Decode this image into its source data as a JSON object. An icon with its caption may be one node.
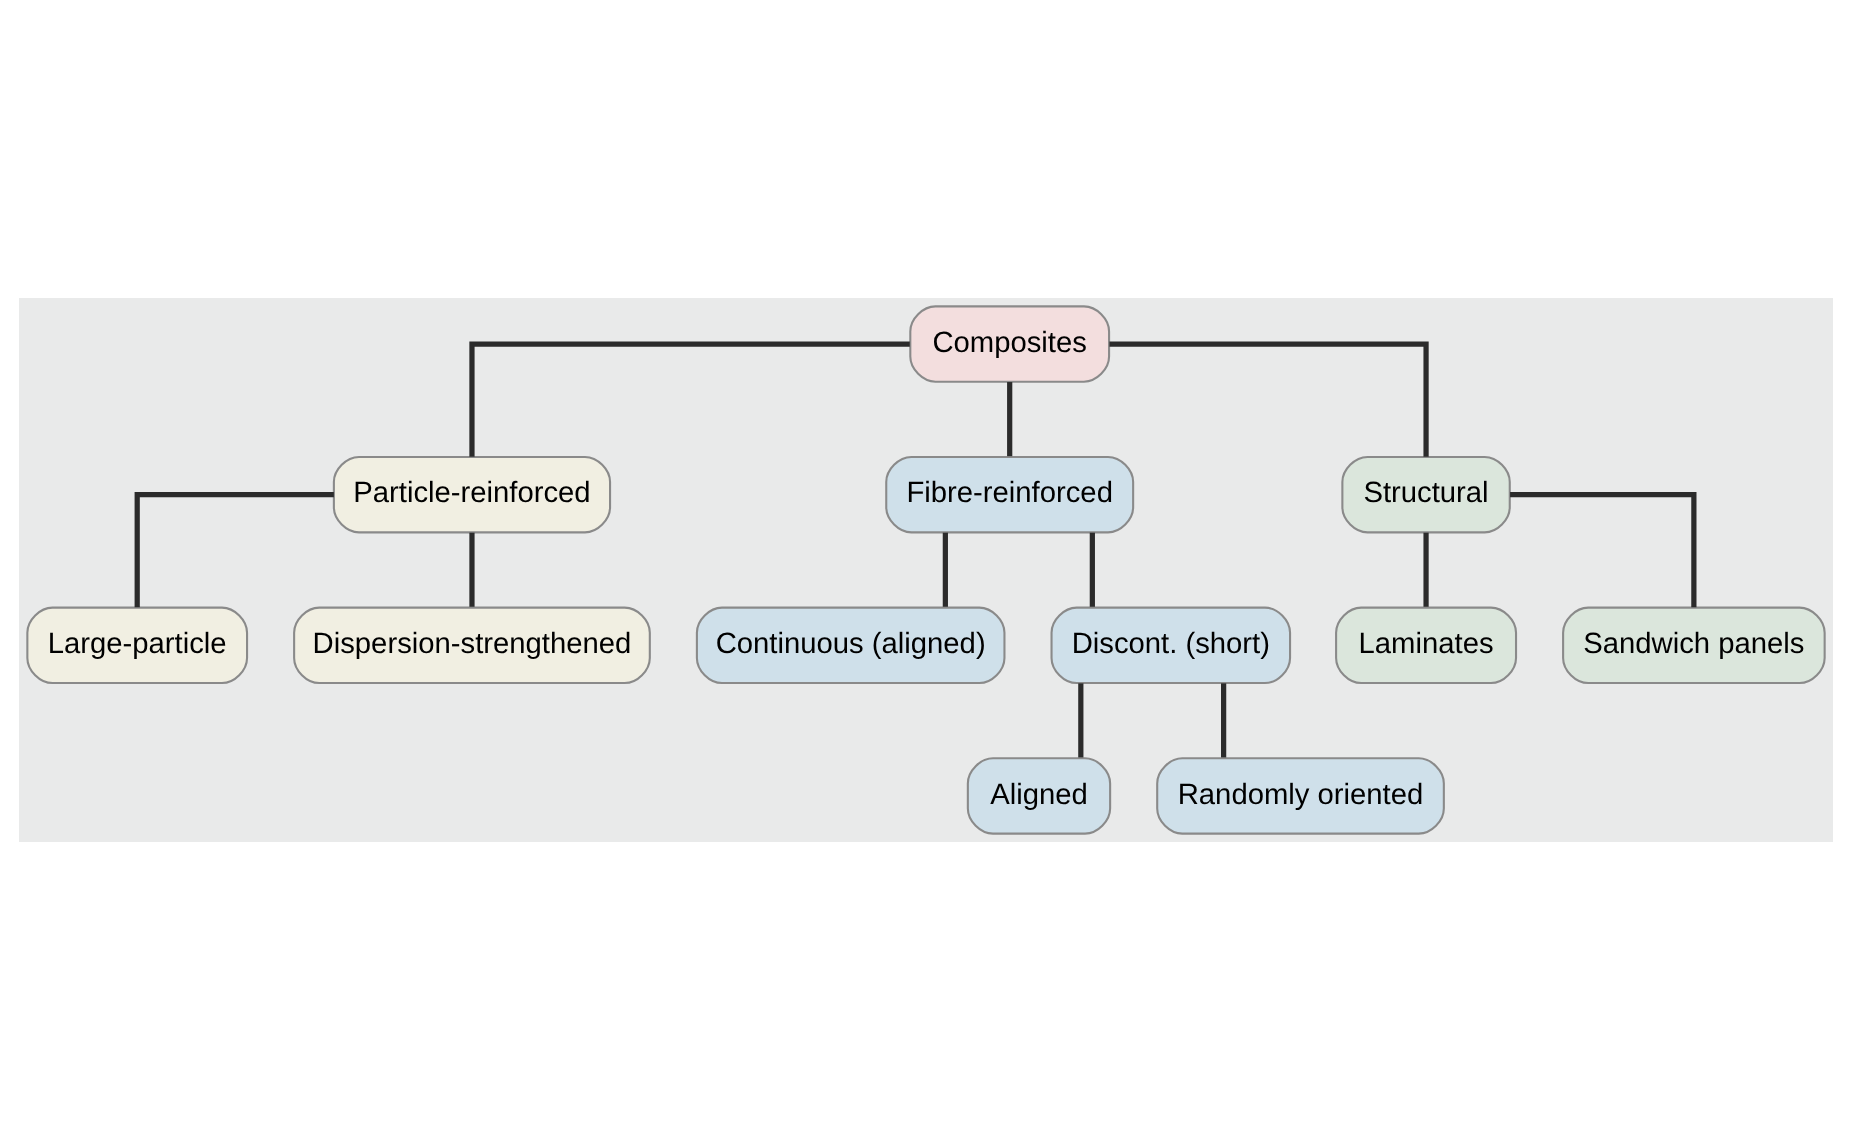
{
  "diagram": {
    "nodes": [
      {
        "text": [
          "Composites"
        ]
      },
      {
        "text": [
          "Particle-reinforced"
        ]
      },
      {
        "text": [
          "Fibre-reinforced"
        ]
      },
      {
        "text": [
          "Structural"
        ]
      },
      {
        "text": [
          "Large-particle"
        ]
      },
      {
        "text": [
          "Dispersion-strengthened"
        ]
      },
      {
        "text": [
          "Continuous (aligned)"
        ]
      },
      {
        "text": [
          "Discont. (short)"
        ]
      },
      {
        "text": [
          "Laminates"
        ]
      },
      {
        "text": [
          "Sandwich panels"
        ]
      },
      {
        "text": [
          "Aligned"
        ]
      },
      {
        "text": [
          "Randomly oriented"
        ]
      }
    ],
    "edges": [
      {
        "from": 0,
        "to": 1,
        "arrow": "none"
      },
      {
        "from": 0,
        "to": 2,
        "arrow": "none"
      },
      {
        "from": 0,
        "to": 3,
        "arrow": "none"
      },
      {
        "from": 1,
        "to": 4,
        "arrow": "none"
      },
      {
        "from": 1,
        "to": 5,
        "arrow": "none"
      },
      {
        "from": 2,
        "to": 6,
        "arrow": "none"
      },
      {
        "from": 2,
        "to": 7,
        "arrow": "none"
      },
      {
        "from": 3,
        "to": 8,
        "arrow": "none"
      },
      {
        "from": 3,
        "to": 9,
        "arrow": "none"
      },
      {
        "from": 7,
        "to": 10,
        "arrow": "none"
      },
      {
        "from": 7,
        "to": 11,
        "arrow": "none"
      }
    ]
  }
}
